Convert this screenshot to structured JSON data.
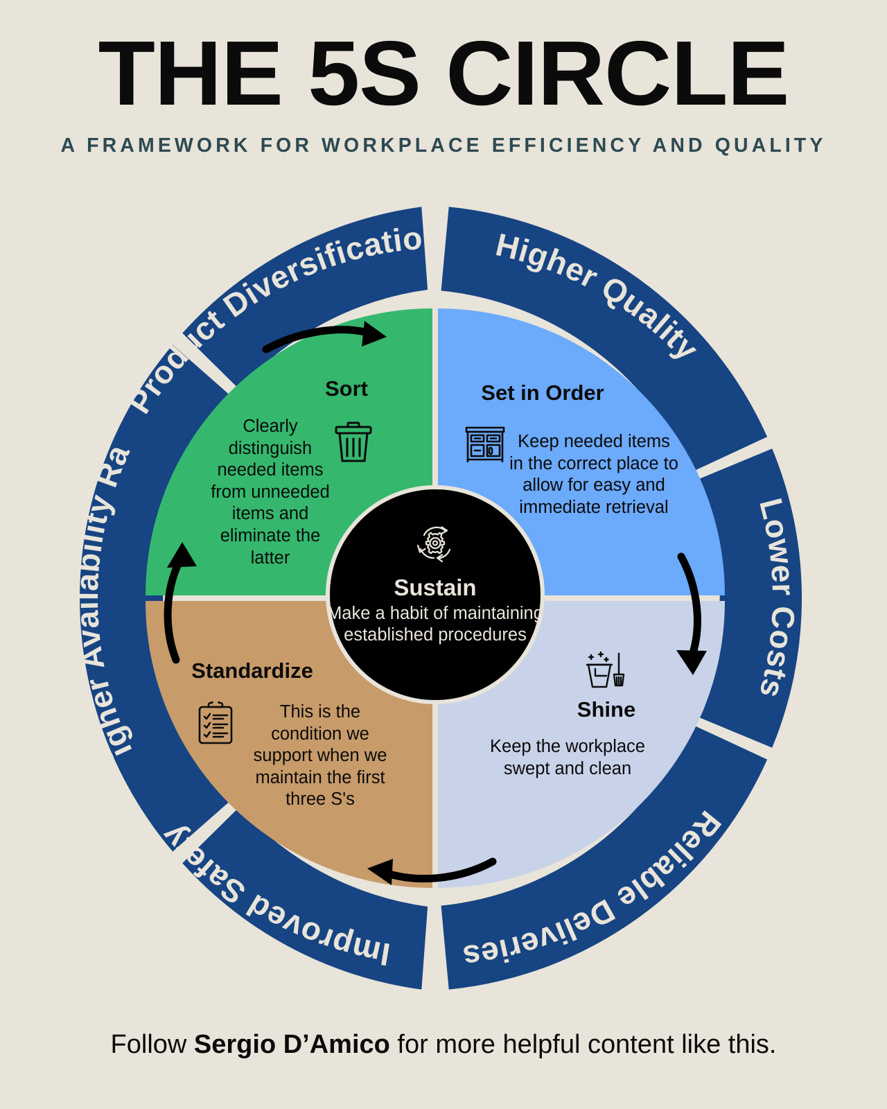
{
  "header": {
    "title": "THE 5S CIRCLE",
    "subtitle": "A FRAMEWORK FOR WORKPLACE EFFICIENCY AND QUALITY"
  },
  "colors": {
    "background": "#E8E4DA",
    "outer_ring": "#174482",
    "sort": "#35B86E",
    "set_in_order": "#6CAAFB",
    "shine": "#C8D2E8",
    "standardize": "#C89B6A",
    "hub": "#000000",
    "subtitle_text": "#2D4A52",
    "light_text": "#E8E4DA",
    "dark_text": "#0B0B0B"
  },
  "wheel": {
    "outer_segments": [
      {
        "id": "product-diversification",
        "label": "Product Diversification",
        "icon": "arc-segment"
      },
      {
        "id": "higher-quality",
        "label": "Higher Quality",
        "icon": "arc-segment"
      },
      {
        "id": "lower-costs",
        "label": "Lower Costs",
        "icon": "arc-segment"
      },
      {
        "id": "reliable-deliveries",
        "label": "Reliable Deliveries",
        "icon": "arc-segment"
      },
      {
        "id": "improved-safety",
        "label": "Improved Safety",
        "icon": "arc-segment"
      },
      {
        "id": "higher-availability-rate",
        "label": "Higher Availability Rate",
        "icon": "arc-segment"
      }
    ],
    "quadrants": [
      {
        "id": "sort",
        "title": "Sort",
        "body": "Clearly distinguish needed items from unneeded items and eliminate the latter",
        "icon": "trash-can-icon",
        "color": "#35B86E"
      },
      {
        "id": "set-in-order",
        "title": "Set in Order",
        "body": "Keep needed items in the correct place to allow for easy and immediate retrieval",
        "icon": "cabinet-icon",
        "color": "#6CAAFB"
      },
      {
        "id": "shine",
        "title": "Shine",
        "body": "Keep the workplace swept and clean",
        "icon": "bucket-broom-icon",
        "color": "#C8D2E8"
      },
      {
        "id": "standardize",
        "title": "Standardize",
        "body": "This is the condition we support when we maintain the first three S's",
        "icon": "clipboard-checklist-icon",
        "color": "#C89B6A"
      }
    ],
    "hub": {
      "id": "sustain",
      "title": "Sustain",
      "body": "Make a habit of maintaining established procedures",
      "icon": "gear-cycle-icon",
      "color": "#000000"
    },
    "flow_arrows": [
      {
        "id": "arrow-sort-to-set",
        "icon": "curved-arrow-icon",
        "direction": "clockwise"
      },
      {
        "id": "arrow-set-to-shine",
        "icon": "curved-arrow-icon",
        "direction": "clockwise"
      },
      {
        "id": "arrow-shine-to-standardize",
        "icon": "curved-arrow-icon",
        "direction": "clockwise"
      },
      {
        "id": "arrow-standardize-to-sort",
        "icon": "curved-arrow-icon",
        "direction": "clockwise"
      }
    ]
  },
  "footer": {
    "prefix": "Follow ",
    "name": "Sergio D’Amico",
    "suffix": " for more helpful content like this."
  }
}
